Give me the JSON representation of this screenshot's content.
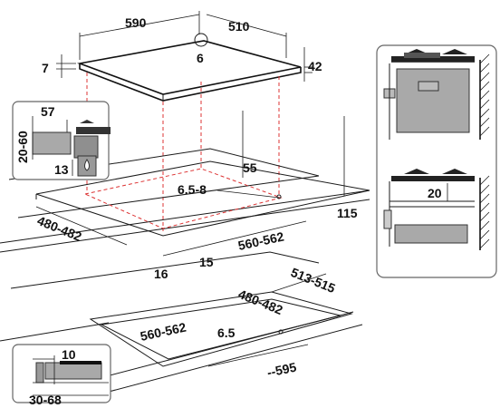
{
  "labels": {
    "width_top": "590",
    "depth_top": "510",
    "center_mark": "6",
    "hob_thickness_left": "7",
    "hob_height_right": "42",
    "inset_top_57": "57",
    "inset_side_2060": "20-60",
    "inset_bottom_13": "13",
    "cutout_55": "55",
    "cutout_65_8": "6.5-8",
    "worktop_115": "115",
    "cutout_depth_480_482": "480-482",
    "cutout_width_560_562": "560-562",
    "edge_16": "16",
    "edge_15": "15",
    "flush_513_515": "513-515",
    "flush_480_482": "480-482",
    "flush_560_562": "560-562",
    "flush_65": "6.5",
    "flush_595": "--595",
    "inset_bottom_10": "10",
    "inset_bottom_30_68": "30-68",
    "side_panel_20": "20"
  }
}
